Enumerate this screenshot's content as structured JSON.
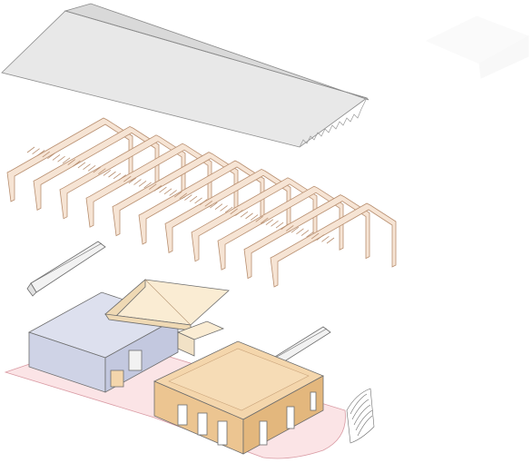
{
  "diagram": {
    "type": "exploded-axonometric-architecture",
    "text_labels": [],
    "colors": {
      "background": "#ffffff",
      "roof_fill": "#e6e6e6",
      "roof_edge": "#8a8a8a",
      "frame_fill": "#f6e4d4",
      "frame_edge": "#b88f70",
      "ground_fill": "#fbe4e6",
      "ground_edge": "#d99aa3",
      "blue_volume_top": "#dde0ee",
      "blue_volume_side": "#cfd3e6",
      "orange_volume_top": "#f4d6ac",
      "orange_volume_side": "#ecc591",
      "cream_roof_top": "#faecd3",
      "cream_roof_side": "#efd9b4",
      "skylight_fill": "#efefef",
      "line": "#6d6d6d"
    },
    "layers": [
      "roof-sheet",
      "timber-frame",
      "skylights",
      "building-volumes",
      "ground-plate",
      "amphitheater-steps"
    ]
  }
}
